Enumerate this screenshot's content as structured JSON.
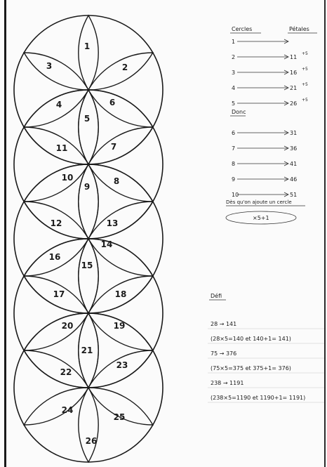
{
  "flower": {
    "circle_count": 5,
    "petal_numbers": [
      "1",
      "2",
      "3",
      "4",
      "5",
      "6",
      "7",
      "8",
      "9",
      "10",
      "11",
      "12",
      "13",
      "14",
      "15",
      "16",
      "17",
      "18",
      "19",
      "20",
      "21",
      "22",
      "23",
      "24",
      "25",
      "26"
    ]
  },
  "notes_top": {
    "col1_header": "Cercles",
    "col2_header": "Pétales",
    "rows": [
      {
        "left": "1",
        "right": ""
      },
      {
        "left": "2",
        "right": "11"
      },
      {
        "left": "3",
        "right": "16"
      },
      {
        "left": "4",
        "right": "21"
      },
      {
        "left": "5",
        "right": "26"
      },
      {
        "left": "6",
        "right": "31"
      },
      {
        "left": "7",
        "right": "36"
      },
      {
        "left": "8",
        "right": "41"
      },
      {
        "left": "9",
        "right": "46"
      },
      {
        "left": "10",
        "right": "51"
      }
    ],
    "side_marks": [
      "+5",
      "+5",
      "+5",
      "+5",
      "+5"
    ],
    "section_label": "Donc",
    "rule_label": "Dès qu'on ajoute un cercle",
    "formula": "×5+1"
  },
  "notes_bottom": {
    "header": "Défi",
    "lines": [
      "28 → 141",
      "(28×5=140 et 140+1= 141)",
      "75 → 376",
      "(75×5=375 et 375+1= 376)",
      "238 → 1191",
      "(238×5=1190 et 1190+1= 1191)"
    ]
  }
}
